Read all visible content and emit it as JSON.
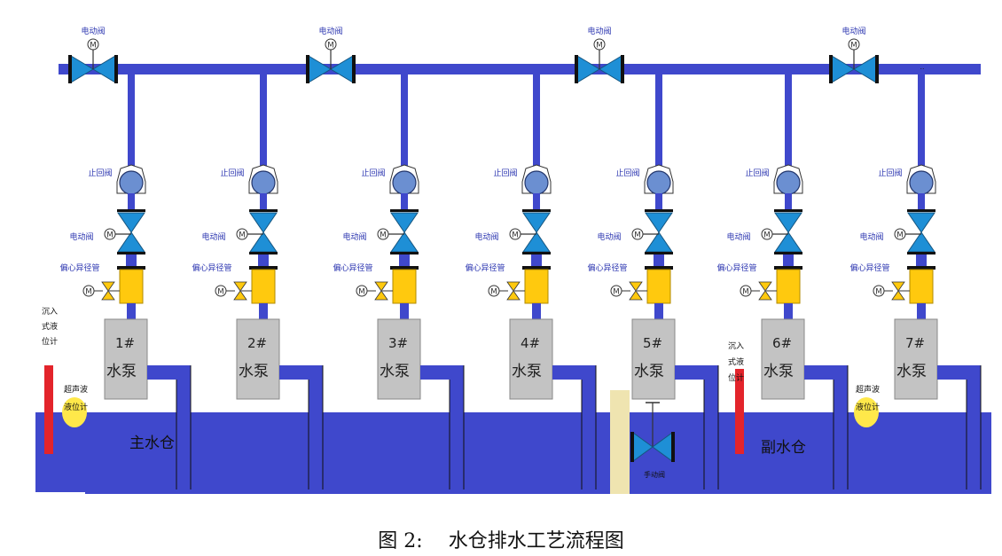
{
  "colors": {
    "pipe": "#3f48cc",
    "water": "#3f48cc",
    "valve": "#1e8fd6",
    "valve_dark": "#16557f",
    "pump": "#c3c3c3",
    "reducer": "#ffc90e",
    "float_ball": "#ffe84a",
    "level_sensor": "#e3242b",
    "divider": "#efe4b0",
    "label_blue": "#2b35b0"
  },
  "header_valve_label": "电动阀",
  "check_valve_label": "止回阀",
  "motor_valve_label": "电动阀",
  "reducer_label": "偏心异径管",
  "pump_label": "水泵",
  "motor_symbol": "M",
  "pumps": [
    {
      "id": "1#"
    },
    {
      "id": "2#"
    },
    {
      "id": "3#"
    },
    {
      "id": "4#"
    },
    {
      "id": "5#"
    },
    {
      "id": "6#"
    },
    {
      "id": "7#"
    }
  ],
  "main_sump_label": "主水仓",
  "aux_sump_label": "副水仓",
  "manual_valve_label": "手动阀",
  "submersible_level_gauge": [
    "沉入",
    "式液",
    "位计"
  ],
  "ultrasonic_level_gauge": [
    "超声波",
    "液位计"
  ],
  "header_end_mark": "..",
  "caption": "图 2:　 水仓排水工艺流程图"
}
